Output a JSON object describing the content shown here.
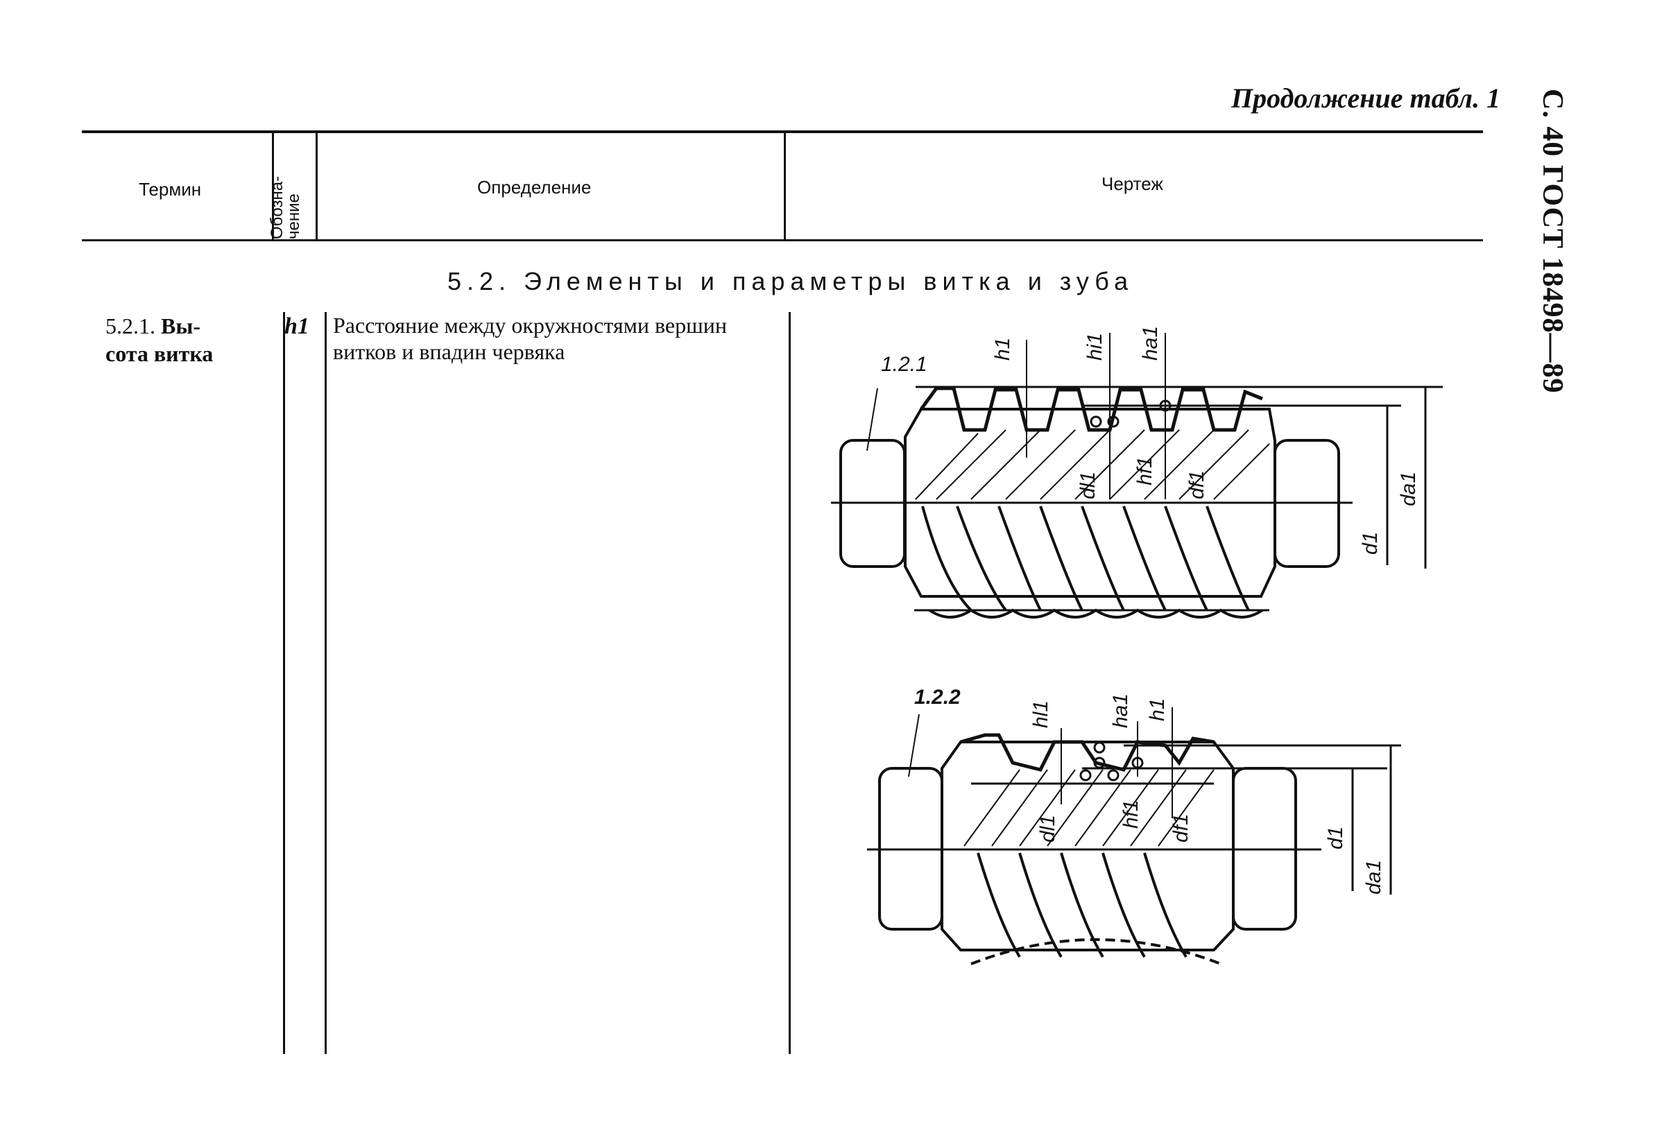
{
  "header": {
    "continuation": "Продолжение табл. 1",
    "side_label": "С. 40 ГОСТ 18498—89"
  },
  "table_header": {
    "term": "Термин",
    "designation": "Обозна-\nчение",
    "definition": "Определение",
    "drawing": "Чертеж"
  },
  "section": {
    "title": "5.2. Элементы и параметры витка и зуба"
  },
  "row": {
    "number": "5.2.1.",
    "term_bold_1": "Вы-",
    "term_bold_2": "сота витка",
    "symbol": "h1",
    "definition": "Расстояние между окружностями вершин витков и впадин червяка"
  },
  "drawing1": {
    "ref": "1.2.1",
    "labels": [
      "h1",
      "hi1",
      "ha1",
      "hf1",
      "dl1",
      "df1",
      "da1",
      "d1"
    ]
  },
  "drawing2": {
    "ref": "1.2.2",
    "labels": [
      "hl1",
      "ha1",
      "h1",
      "dl1",
      "hf1",
      "df1",
      "d1",
      "da1"
    ]
  }
}
